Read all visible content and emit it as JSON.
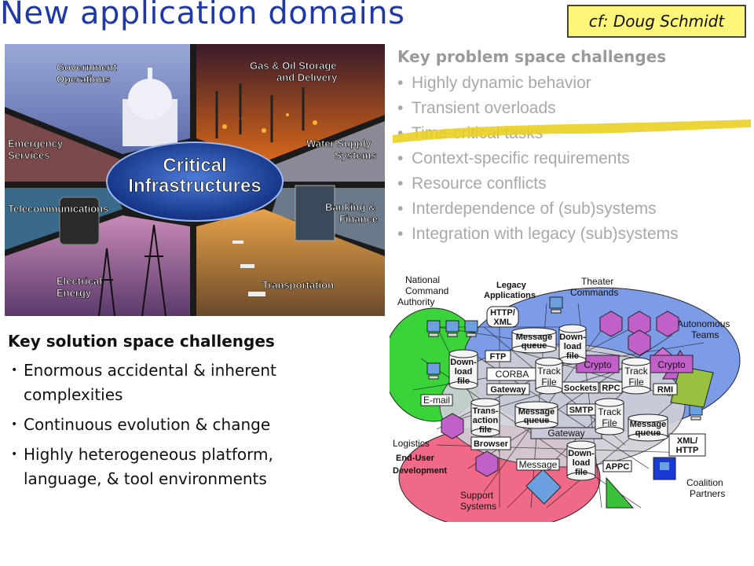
{
  "title": "New application domains",
  "citation": "cf: Doug Schmidt",
  "hero_image": {
    "center_label_line1": "Critical",
    "center_label_line2": "Infrastructures",
    "sectors": [
      {
        "line1": "Government",
        "line2": "Operations"
      },
      {
        "line1": "Gas & Oil Storage",
        "line2": "and Delivery"
      },
      {
        "line1": "Emergency",
        "line2": "Services"
      },
      {
        "line1": "Water Supply",
        "line2": "Systems"
      },
      {
        "line1": "Telecommunications",
        "line2": ""
      },
      {
        "line1": "Banking &",
        "line2": "Finance"
      },
      {
        "line1": "Electrical",
        "line2": "Energy"
      },
      {
        "line1": "Transportation",
        "line2": ""
      }
    ]
  },
  "problem_space": {
    "heading": "Key problem space challenges",
    "items": [
      "Highly dynamic behavior",
      "Transient overloads",
      "Time-critical tasks",
      "Context-specific requirements",
      "Resource conflicts",
      "Interdependence of (sub)systems",
      "Integration with legacy (sub)systems"
    ],
    "highlight_color": "#e8cf1e"
  },
  "solution_space": {
    "heading": "Key solution space challenges",
    "items": [
      "Enormous accidental & inherent complexities",
      "Continuous evolution & change",
      "Highly heterogeneous platform, language, & tool environments"
    ]
  },
  "network_diagram": {
    "regions": [
      {
        "line1": "National",
        "line2": "Command",
        "line3": "Authority"
      },
      {
        "line1": "Theater",
        "line2": "Commands",
        "line3": ""
      },
      {
        "line1": "Autonomous",
        "line2": "Teams",
        "line3": ""
      },
      {
        "line1": "Logistics",
        "line2": "",
        "line3": ""
      },
      {
        "line1": "End-User",
        "line2": "Development",
        "line3": ""
      },
      {
        "line1": "Support",
        "line2": "Systems",
        "line3": ""
      },
      {
        "line1": "Coalition",
        "line2": "Partners",
        "line3": ""
      }
    ],
    "legacy": {
      "line1": "Legacy",
      "line2": "Applications"
    },
    "nodes": [
      "HTTP/",
      "XML",
      "FTP",
      "E-mail",
      "CORBA",
      "Gateway",
      "Sockets",
      "RPC",
      "RMI",
      "SMTP",
      "Gateway",
      "Browser",
      "Message",
      "APPC",
      "XML/",
      "HTTP"
    ],
    "cylinders": [
      {
        "line1": "Message",
        "line2": "queue",
        "line3": ""
      },
      {
        "line1": "Down-",
        "line2": "load",
        "line3": "file"
      },
      {
        "line1": "Down-",
        "line2": "load",
        "line3": "file"
      },
      {
        "line1": "Track",
        "line2": "File",
        "line3": ""
      },
      {
        "line1": "Track",
        "line2": "File",
        "line3": ""
      },
      {
        "line1": "Trans-",
        "line2": "action",
        "line3": "file"
      },
      {
        "line1": "Message",
        "line2": "queue",
        "line3": ""
      },
      {
        "line1": "Track",
        "line2": "File",
        "line3": ""
      },
      {
        "line1": "Message",
        "line2": "queue",
        "line3": ""
      },
      {
        "line1": "Down-",
        "line2": "load",
        "line3": "file"
      }
    ],
    "crypto": [
      "Crypto",
      "Crypto"
    ]
  }
}
